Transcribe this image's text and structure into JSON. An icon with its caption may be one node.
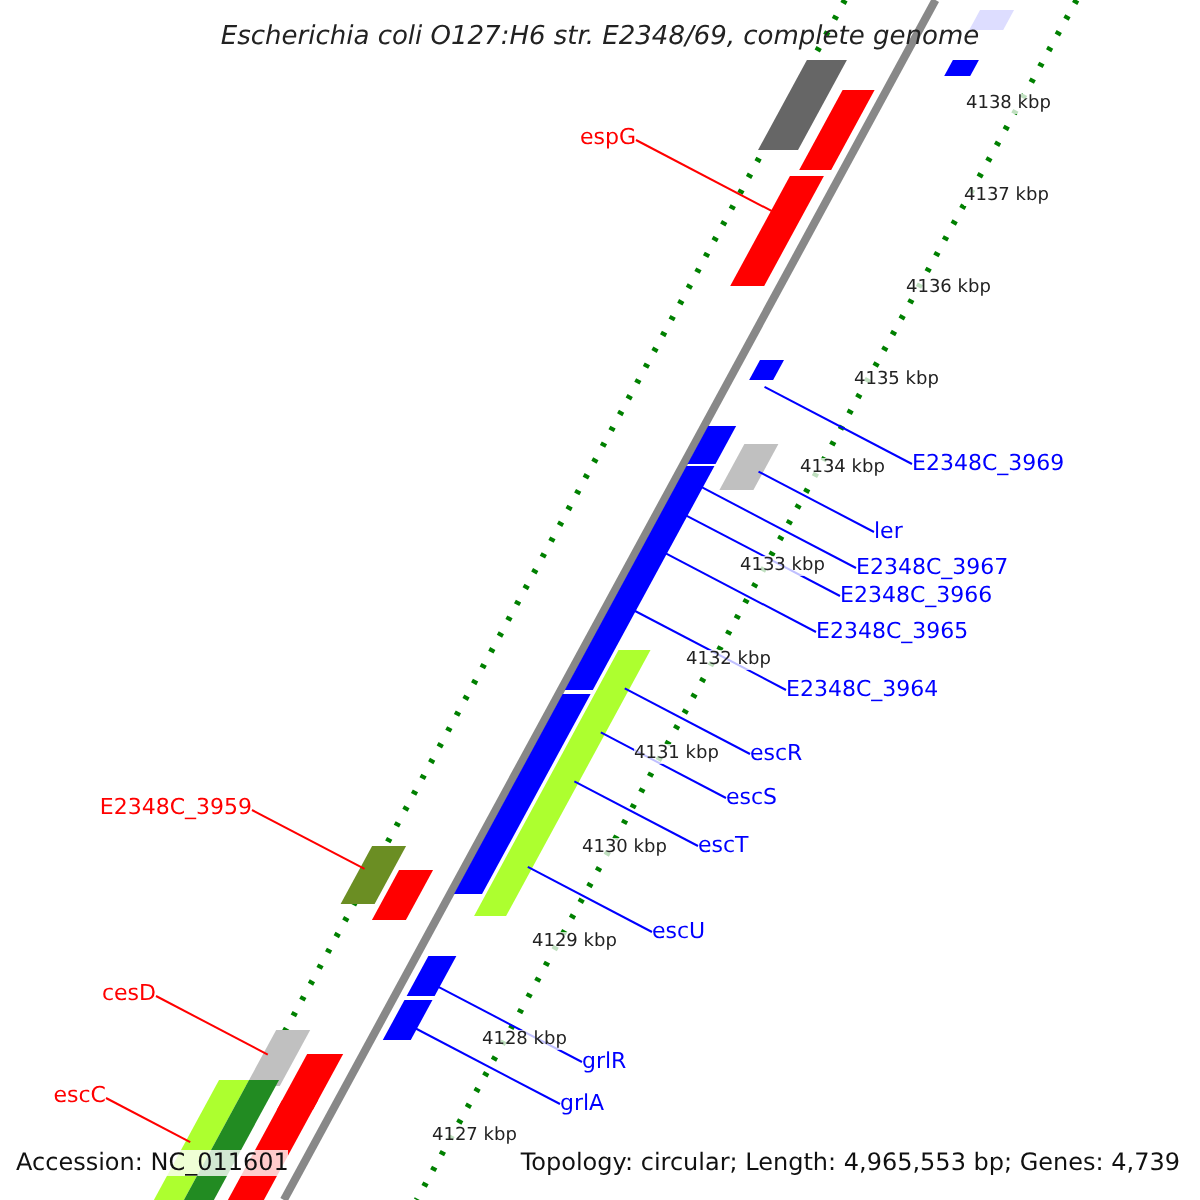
{
  "diagram": {
    "title": "Escherichia coli O127:H6 str. E2348/69, complete genome",
    "nodes": [
      {
        "text": [
          "espG"
        ]
      },
      {
        "text": [
          "E2348C_3969"
        ]
      },
      {
        "text": [
          "ler"
        ]
      },
      {
        "text": [
          "E2348C_3967"
        ]
      },
      {
        "text": [
          "E2348C_3966"
        ]
      },
      {
        "text": [
          "E2348C_3965"
        ]
      },
      {
        "text": [
          "E2348C_3964"
        ]
      },
      {
        "text": [
          "escR"
        ]
      },
      {
        "text": [
          "escS"
        ]
      },
      {
        "text": [
          "escT"
        ]
      },
      {
        "text": [
          "E2348C_3959"
        ]
      },
      {
        "text": [
          "escU"
        ]
      },
      {
        "text": [
          "cesD"
        ]
      },
      {
        "text": [
          "grlR"
        ]
      },
      {
        "text": [
          "escC"
        ]
      },
      {
        "text": [
          "grlA"
        ]
      },
      {
        "text": [],
        "shape": "bar"
      },
      {
        "text": [],
        "shape": "bar"
      },
      {
        "text": [],
        "shape": "bar"
      },
      {
        "text": [],
        "shape": "bar"
      },
      {
        "text": [],
        "shape": "bar"
      },
      {
        "text": [],
        "shape": "bar"
      },
      {
        "text": [],
        "shape": "bar"
      },
      {
        "text": [],
        "shape": "bar"
      },
      {
        "text": [],
        "shape": "bar"
      },
      {
        "text": [],
        "shape": "bar"
      },
      {
        "text": [],
        "shape": "bar"
      },
      {
        "text": [],
        "shape": "bar"
      },
      {
        "text": [],
        "shape": "bar"
      },
      {
        "text": [],
        "shape": "bar"
      },
      {
        "text": [],
        "shape": "bar"
      },
      {
        "text": [],
        "shape": "bar"
      },
      {
        "text": [],
        "shape": "bar"
      },
      {
        "text": [],
        "shape": "bar"
      },
      {
        "text": [],
        "shape": "bar"
      },
      {
        "text": [],
        "shape": "bar"
      },
      {
        "text": [],
        "shape": "bar"
      },
      {
        "text": [],
        "shape": "bar"
      },
      {
        "text": [],
        "shape": "bar"
      },
      {
        "text": [],
        "shape": "bar"
      },
      {
        "text": [],
        "shape": "bar"
      },
      {
        "text": [],
        "shape": "bar"
      }
    ],
    "edges": [
      {
        "from": 0,
        "to": 16,
        "arrow": "none",
        "color": "#ff0000"
      },
      {
        "from": 1,
        "to": 17,
        "arrow": "none"
      },
      {
        "from": 2,
        "to": 18,
        "arrow": "none"
      },
      {
        "from": 3,
        "to": 19,
        "arrow": "none"
      },
      {
        "from": 4,
        "to": 20,
        "arrow": "none"
      },
      {
        "from": 5,
        "to": 21,
        "arrow": "none"
      },
      {
        "from": 6,
        "to": 22,
        "arrow": "none"
      },
      {
        "from": 7,
        "to": 23,
        "arrow": "none"
      },
      {
        "from": 8,
        "to": 23,
        "arrow": "none"
      },
      {
        "from": 9,
        "to": 23,
        "arrow": "none"
      },
      {
        "from": 10,
        "to": 24,
        "arrow": "none",
        "color": "#ff0000"
      },
      {
        "from": 11,
        "to": 23,
        "arrow": "none"
      },
      {
        "from": 12,
        "to": 27,
        "arrow": "none",
        "color": "#ff0000"
      },
      {
        "from": 13,
        "to": 25,
        "arrow": "none"
      },
      {
        "from": 14,
        "to": 28,
        "arrow": "none",
        "color": "#ff0000"
      },
      {
        "from": 15,
        "to": 26,
        "arrow": "none"
      }
    ],
    "labels": [
      "4138 kbp",
      "4137 kbp",
      "4136 kbp",
      "4135 kbp",
      "4134 kbp",
      "4133 kbp",
      "4132 kbp",
      "4131 kbp",
      "4130 kbp",
      "4129 kbp",
      "4128 kbp",
      "4127 kbp",
      "Accession: NC_011601",
      "Topology: circular; Length: 4,965,553 bp; Genes: 4,739"
    ]
  }
}
